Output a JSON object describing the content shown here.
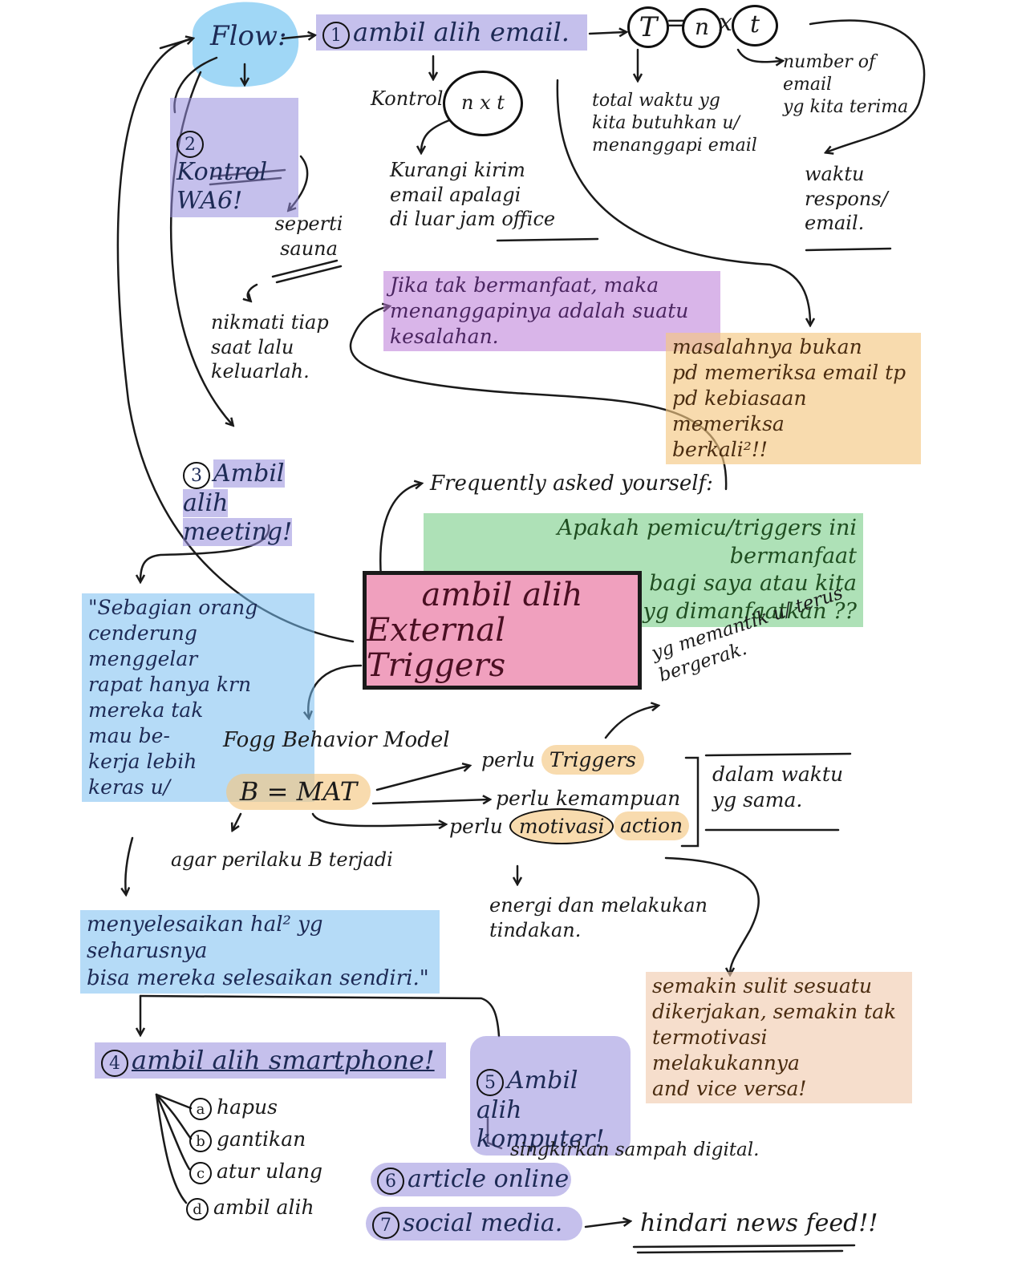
{
  "flow_label": "Flow:",
  "step1": {
    "num": "1",
    "text": "ambil alih email."
  },
  "formula_top": {
    "t1": "T",
    "eq": "=",
    "n": "n",
    "x": "x",
    "t2": "t"
  },
  "number_of_email": "number of email\nyg kita terima",
  "total_waktu": "total waktu yg\nkita butuhkan u/\nmenanggapi email",
  "waktu_respons": "waktu\nrespons/\nemail.",
  "kontrol_label": "Kontrol",
  "kontrol_circle": "n x t",
  "kurangi": "Kurangi kirim\nemail apalagi\ndi luar jam office",
  "jika_tak": "Jika tak bermanfaat, maka\nmenanggapinya adalah suatu\nkesalahan.",
  "masalahnya": "masalahnya bukan\npd memeriksa email tp\npd kebiasaan memeriksa\nberkali²!!",
  "step2": {
    "num": "2",
    "text": "Kontrol\nWA6!"
  },
  "seperti_sauna": "seperti\nsauna",
  "nikmati": "nikmati tiap\nsaat lalu\nkeluarlah.",
  "step3": {
    "num": "3",
    "text": "Ambil alih\nmeeting!"
  },
  "frequently": "Frequently asked yourself:",
  "apakah": "Apakah pemicu/triggers ini bermanfaat\nbagi saya atau kita\nyg dimanfaatkan ??",
  "central": {
    "line1": "ambil alih",
    "line2": "External Triggers"
  },
  "yg_memantik": "yg memantik u/ terus\nbergerak.",
  "quote": "\"Sebagian orang\ncenderung menggelar\nrapat hanya krn\nmereka tak\nmau be-\nkerja lebih\nkeras u/",
  "fogg": "Fogg Behavior Model",
  "formula_bmat": "B = MAT",
  "perlu_triggers": {
    "prefix": "perlu",
    "word": "Triggers"
  },
  "perlu_kemampuan": {
    "prefix": "perlu",
    "word": "kemampuan"
  },
  "perlu_motivasi": {
    "prefix": "perlu",
    "word": "motivasi"
  },
  "action": "action",
  "dalam_waktu": "dalam waktu\nyg sama.",
  "agar_perilaku": "agar perilaku B terjadi",
  "energi": "energi dan melakukan\ntindakan.",
  "menyelesaikan": "menyelesaikan hal² yg seharusnya\nbisa mereka selesaikan sendiri.\"",
  "semakin_sulit": "semakin sulit sesuatu\ndikerjakan, semakin tak\ntermotivasi melakukannya\nand vice versa!",
  "step4": {
    "num": "4",
    "text": "ambil alih smartphone!"
  },
  "step4_items": [
    {
      "letter": "a",
      "text": "hapus"
    },
    {
      "letter": "b",
      "text": "gantikan"
    },
    {
      "letter": "c",
      "text": "atur ulang"
    },
    {
      "letter": "d",
      "text": "ambil alih"
    }
  ],
  "step5": {
    "num": "5",
    "text": "Ambil alih\nkomputer!"
  },
  "singkirkan": "singkirkan sampah digital.",
  "step6": {
    "num": "6",
    "text": "article online"
  },
  "step7": {
    "num": "7",
    "text": "social media."
  },
  "hindari": "hindari news feed!!",
  "colors": {
    "purple_hl": "#968cdc",
    "violet_hl": "#b978d7",
    "blue_hl": "#78bef0",
    "orange_hl": "#f5c882",
    "green_hl": "#78cd87",
    "peach_hl": "#f0c8aa",
    "central_fill": "#f0a0be",
    "flow_blob": "#8fd0f5",
    "ink": "#1a1a1a"
  }
}
